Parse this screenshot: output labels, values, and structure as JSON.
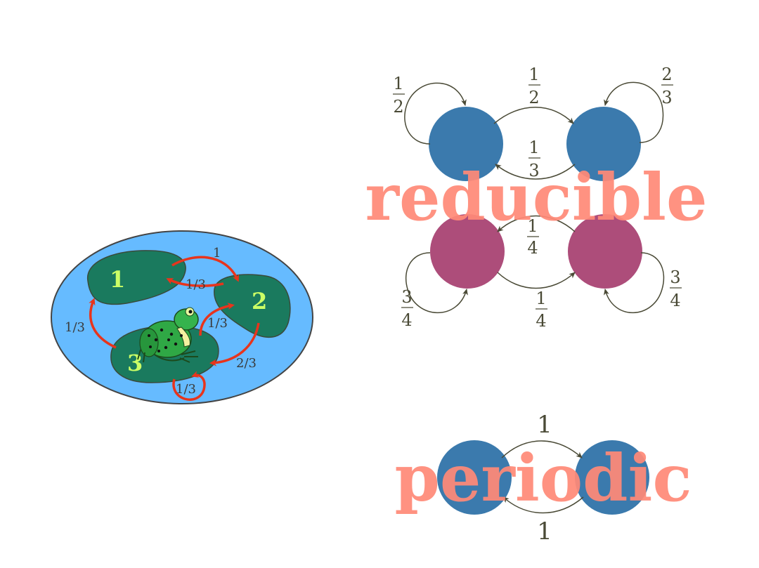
{
  "colors": {
    "pond": "#66bbff",
    "pad": "#1a7a5e",
    "pad_number": "#ccff66",
    "pond_arrow": "#e8341c",
    "node_blue": "#3b7aad",
    "node_magenta": "#ad4d7a",
    "edge": "#4a4a36",
    "stamp": "#ff8a78"
  },
  "pond": {
    "pads": [
      "1",
      "2",
      "3"
    ],
    "edges": {
      "e12": "1",
      "e21": "1/3",
      "e31": "1/3",
      "e32": "1/3",
      "e23": "2/3",
      "e33": "1/3"
    },
    "frog_icon": "frog-icon"
  },
  "reducible": {
    "stamp": "reducible",
    "top": {
      "self_left": {
        "num": "1",
        "den": "2"
      },
      "forward": {
        "num": "1",
        "den": "2"
      },
      "back": {
        "num": "1",
        "den": "3"
      },
      "self_right": {
        "num": "2",
        "den": "3"
      }
    },
    "bottom": {
      "back": {
        "num": "1",
        "den": "4"
      },
      "forward": {
        "num": "1",
        "den": "4"
      },
      "self_left": {
        "num": "3",
        "den": "4"
      },
      "self_right": {
        "num": "3",
        "den": "4"
      }
    }
  },
  "periodic": {
    "stamp": "periodic",
    "forward": "1",
    "back": "1"
  }
}
